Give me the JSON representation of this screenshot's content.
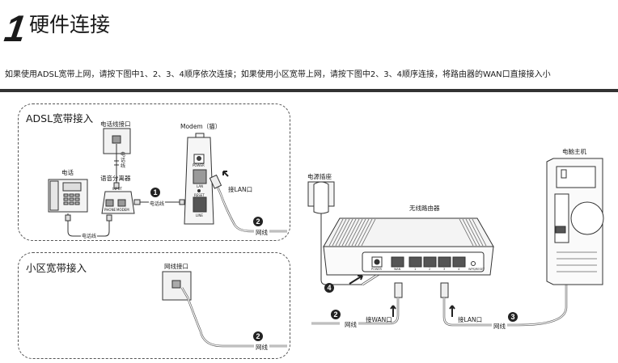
{
  "header": {
    "step_number": "1",
    "title": "硬件连接",
    "intro": "如果使用ADSL宽带上网，请按下图中1、2、3、4顺序依次连接；如果使用小区宽带上网，请按下图中2、3、4顺序连接，将路由器的WAN口直接接入小"
  },
  "adsl": {
    "section_title": "ADSL宽带接入",
    "phone_jack": "电话线接口",
    "phone_line_vertical": "电话线",
    "phone": "电话",
    "splitter": "语音分离器",
    "splitter_ports": [
      "PHONE",
      "MODEM"
    ],
    "splitter_top": "INPUT",
    "phone_cable": "电话线",
    "modem_cable": "电话线",
    "modem": "Modem（猫）",
    "modem_ports": [
      "POWER",
      "LAN",
      "RESET",
      "LINE"
    ],
    "plug_lan": "接LAN口",
    "net_cable": "网线",
    "badge_1": "1",
    "badge_2": "2"
  },
  "community": {
    "section_title": "小区宽带接入",
    "net_jack": "网线接口",
    "net_cable": "网线",
    "badge_2": "2"
  },
  "router_side": {
    "power_socket": "电源插座",
    "router": "无线路由器",
    "router_ports": [
      "POWER",
      "WAN",
      "1",
      "2",
      "3",
      "4",
      "WPS/RESET"
    ],
    "computer": "电脑主机",
    "plug_wan": "接WAN口",
    "plug_lan": "接LAN口",
    "net_cable_2": "网线",
    "net_cable_3": "网线",
    "badge_2": "2",
    "badge_3": "3",
    "badge_4": "4"
  }
}
